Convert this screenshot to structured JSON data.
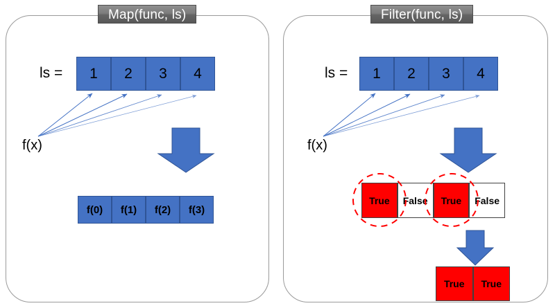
{
  "panels": [
    {
      "id": "map",
      "title": "Map(func, ls)",
      "input_label": "ls =",
      "func_label": "f(x)",
      "input_values": [
        "1",
        "2",
        "3",
        "4"
      ],
      "output_values": [
        "f(0)",
        "f(1)",
        "f(2)",
        "f(3)"
      ]
    },
    {
      "id": "filter",
      "title": "Filter(func, ls)",
      "input_label": "ls =",
      "func_label": "f(x)",
      "input_values": [
        "1",
        "2",
        "3",
        "4"
      ],
      "predicate_values": [
        "True",
        "False",
        "True",
        "False"
      ],
      "result_values": [
        "True",
        "True"
      ]
    }
  ],
  "colors": {
    "blue_fill": "#4472c4",
    "blue_border": "#2f5496",
    "red_fill": "#ff0000",
    "red_highlight": "#ff0000",
    "cell_border": "#404040",
    "panel_border": "#9a9a9a",
    "title_text": "#ffffff",
    "arrow_blue": "#4472c4",
    "thin_arrow": "#4472c4"
  },
  "icons": {
    "down_arrow": "down-arrow-icon",
    "mapping_arrow": "thin-arrow-icon",
    "selection_circle": "dashed-circle-icon"
  }
}
